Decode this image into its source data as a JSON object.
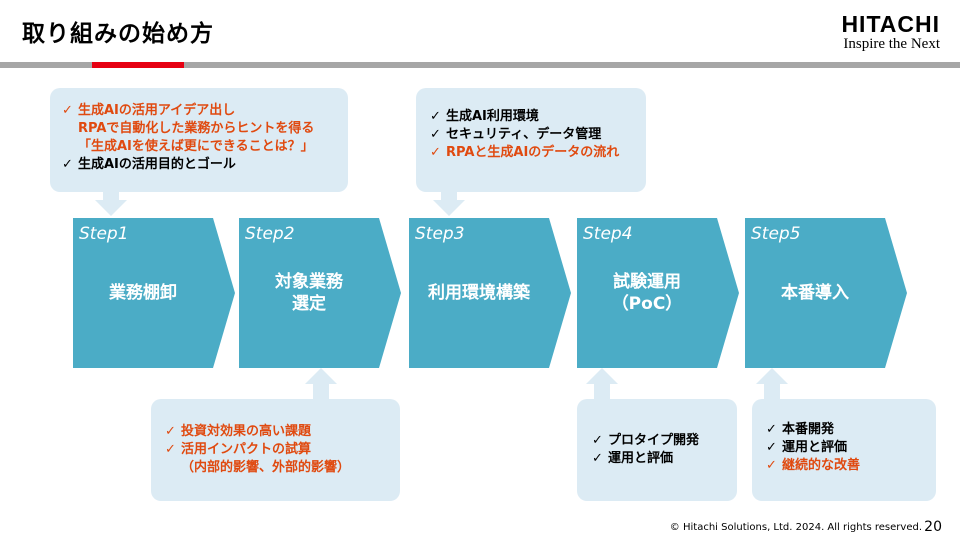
{
  "title": "取り組みの始め方",
  "logo": {
    "name": "HITACHI",
    "tagline": "Inspire the Next"
  },
  "steps": [
    {
      "label": "Step1",
      "text": "業務棚卸"
    },
    {
      "label": "Step2",
      "text": "対象業務\n選定"
    },
    {
      "label": "Step3",
      "text": "利用環境構築"
    },
    {
      "label": "Step4",
      "text": "試験運用\n（PoC）"
    },
    {
      "label": "Step5",
      "text": "本番導入"
    }
  ],
  "notes": {
    "step1": [
      {
        "text": "生成AIの活用アイデア出し",
        "check": true,
        "color": "red"
      },
      {
        "text": "RPAで自動化した業務からヒントを得る",
        "check": false,
        "color": "red"
      },
      {
        "text": "「生成AIを使えば更にできることは？」",
        "check": false,
        "color": "red"
      },
      {
        "text": "生成AIの活用目的とゴール",
        "check": true,
        "color": "black"
      }
    ],
    "step2": [
      {
        "text": "投資対効果の高い課題",
        "check": true,
        "color": "red"
      },
      {
        "text": "活用インパクトの試算",
        "check": true,
        "color": "red"
      },
      {
        "text": "（内部的影響、外部的影響）",
        "check": false,
        "color": "red"
      }
    ],
    "step3": [
      {
        "text": "生成AI利用環境",
        "check": true,
        "color": "black"
      },
      {
        "text": "セキュリティ、データ管理",
        "check": true,
        "color": "black"
      },
      {
        "text": "RPAと生成AIのデータの流れ",
        "check": true,
        "color": "red"
      }
    ],
    "step4": [
      {
        "text": "プロタイプ開発",
        "check": true,
        "color": "black"
      },
      {
        "text": "運用と評価",
        "check": true,
        "color": "black"
      }
    ],
    "step5": [
      {
        "text": "本番開発",
        "check": true,
        "color": "black"
      },
      {
        "text": "運用と評価",
        "check": true,
        "color": "black"
      },
      {
        "text": "継続的な改善",
        "check": true,
        "color": "red"
      }
    ]
  },
  "check_mark": "✓",
  "footer": "© Hitachi Solutions, Ltd. 2024.  All rights reserved.",
  "page_number": "20",
  "colors": {
    "step_fill": "#4bacc6",
    "note_fill": "#dcebf4",
    "accent_red": "#e60012",
    "emphasis_text": "#e04a10"
  }
}
